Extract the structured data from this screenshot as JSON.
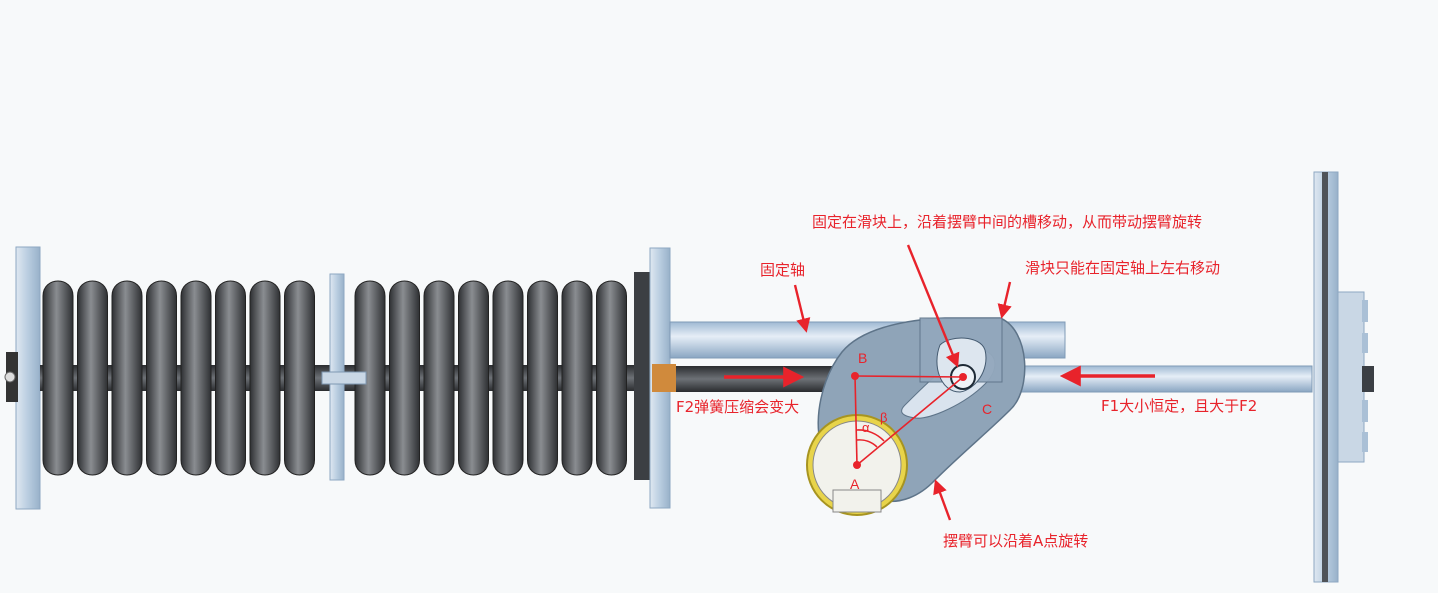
{
  "annotations": {
    "pin_note": "固定在滑块上，沿着摆臂中间的槽移动，从而带动摆臂旋转",
    "fixed_shaft": "固定轴",
    "slider_note": "滑块只能在固定轴上左右移动",
    "f2_note": "F2弹簧压缩会变大",
    "f1_note": "F1大小恒定，且大于F2",
    "arm_note": "摆臂可以沿着A点旋转"
  },
  "points": {
    "a": "A",
    "b": "B",
    "c": "C"
  },
  "angles": {
    "alpha": "α",
    "beta": "β"
  },
  "colors": {
    "annotation": "#e8232b",
    "spring": "#4a4c4f",
    "plate": "#b9cde0",
    "arm": "#8fa4b8",
    "bushing": "#e8d44a"
  }
}
